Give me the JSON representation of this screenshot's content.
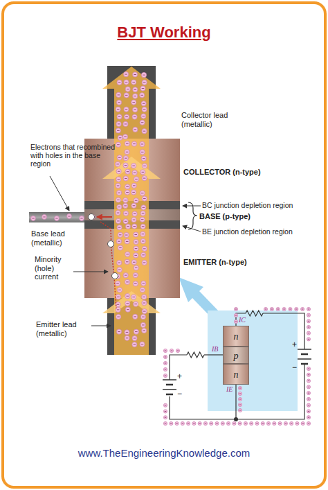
{
  "diagram": {
    "title": "BJT Working",
    "nodes": [
      {
        "text": [
          "COLLECTOR (n-type)"
        ]
      },
      {
        "text": [
          "BASE (p-type)"
        ]
      },
      {
        "text": [
          "EMITTER (n-type)"
        ]
      },
      {
        "text": [
          "n"
        ]
      },
      {
        "text": [
          "p"
        ]
      },
      {
        "text": [
          "n"
        ]
      }
    ],
    "labels": [
      "Collector lead (metallic)",
      "Electrons that recombined with holes in the base region",
      "BC junction depletion region",
      "BE junction depletion region",
      "Base lead (metallic)",
      "Minority (hole) current",
      "Emitter lead (metallic)",
      "IC",
      "IB",
      "IE",
      "+",
      "−",
      "+",
      "−",
      "www.TheEngineeringKnowledge.com"
    ]
  }
}
